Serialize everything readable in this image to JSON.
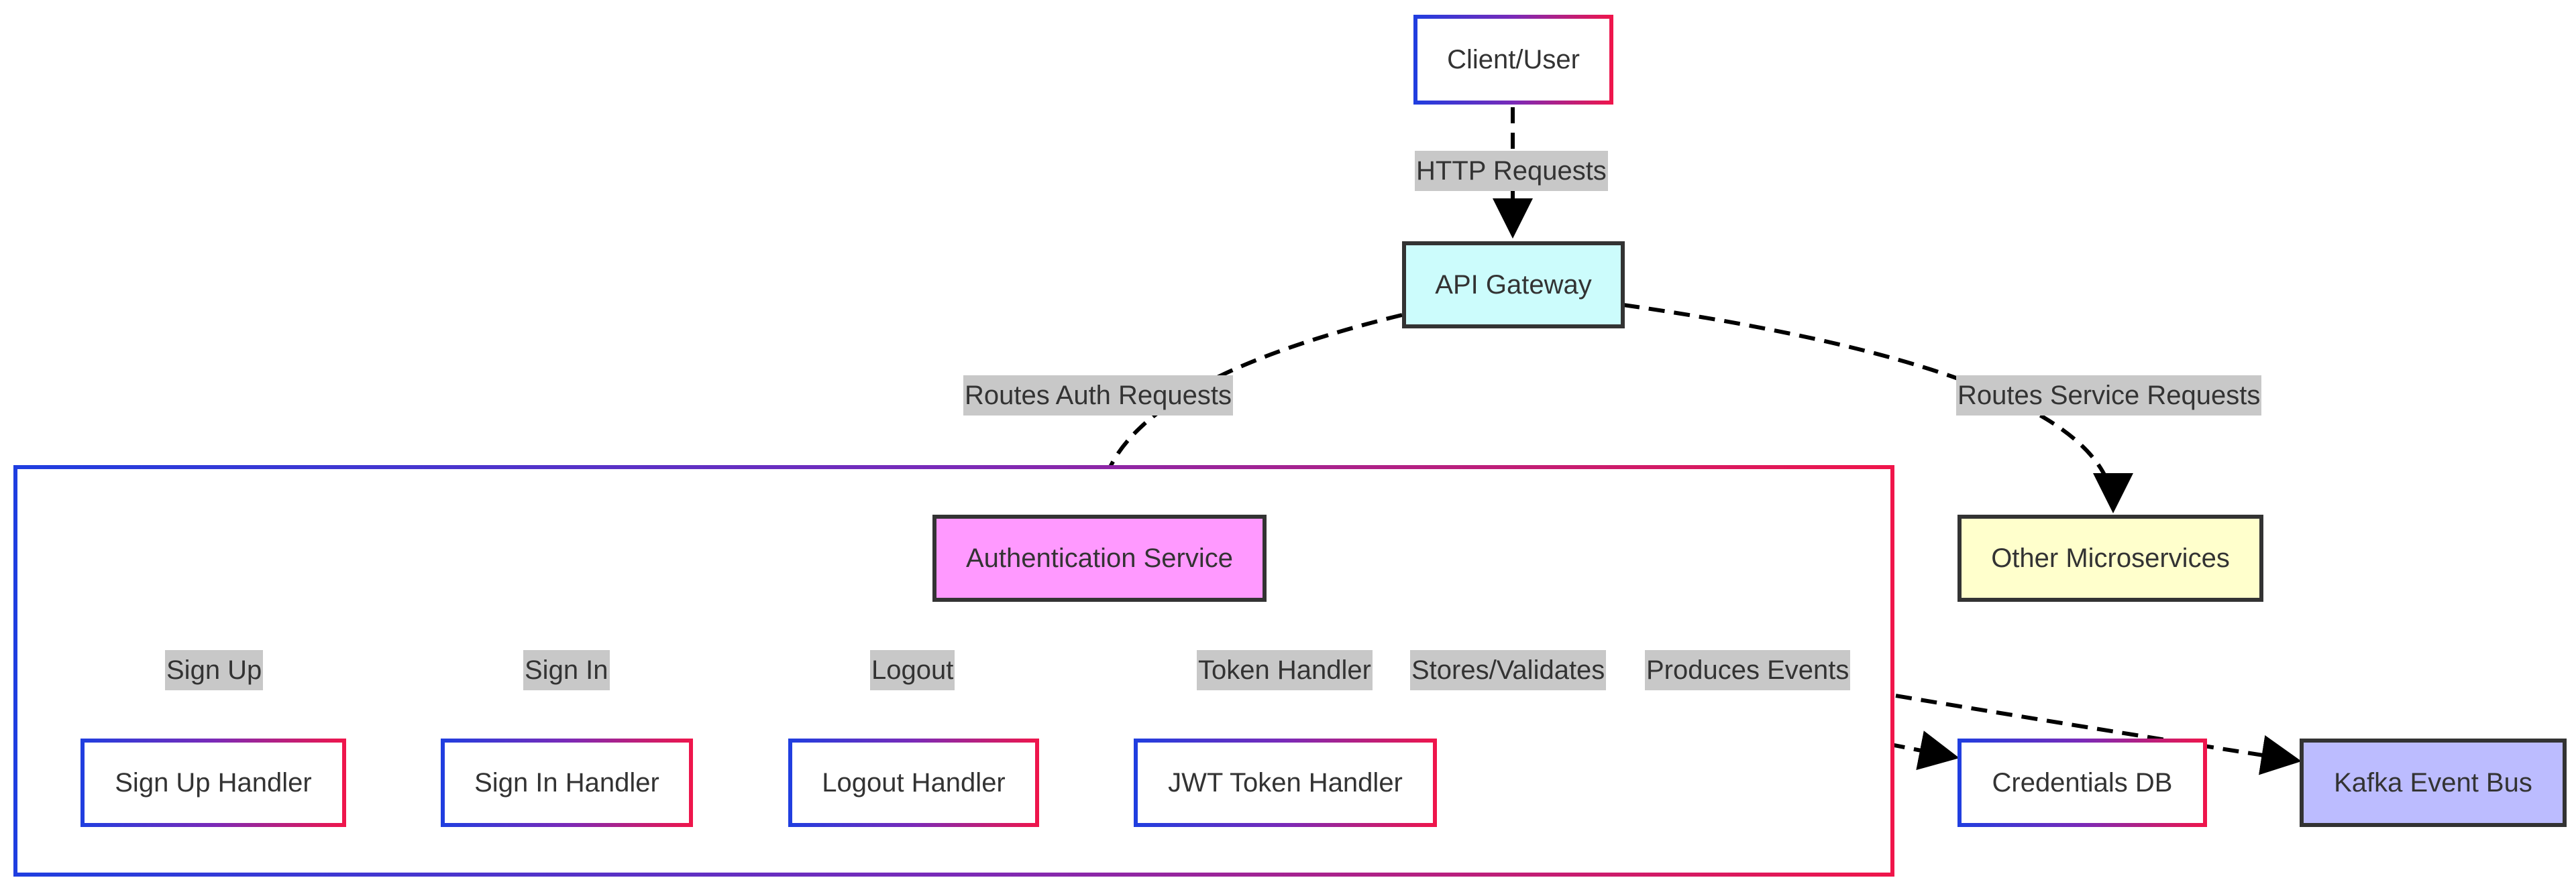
{
  "nodes": {
    "client": "Client/User",
    "api_gateway": "API Gateway",
    "auth_service": "Authentication Service",
    "other_microservices": "Other Microservices",
    "sign_up_handler": "Sign Up Handler",
    "sign_in_handler": "Sign In Handler",
    "logout_handler": "Logout Handler",
    "jwt_token_handler": "JWT Token Handler",
    "credentials_db": "Credentials DB",
    "kafka_event_bus": "Kafka Event Bus"
  },
  "edges": {
    "http_requests": "HTTP Requests",
    "routes_auth": "Routes Auth Requests",
    "routes_service": "Routes Service Requests",
    "sign_up": "Sign Up",
    "sign_in": "Sign In",
    "logout": "Logout",
    "token_handler": "Token Handler",
    "stores_validates": "Stores/Validates",
    "produces_events": "Produces Events"
  },
  "colors": {
    "api_gateway_fill": "#ccfcfc",
    "auth_service_fill": "#ff99ff",
    "other_microservices_fill": "#ffffcc",
    "kafka_event_bus_fill": "#bcbcff",
    "edge_stroke": "#000000",
    "label_bg": "#c8c8c8",
    "gradient_start": "#1f3ee0",
    "gradient_end": "#f0154a"
  }
}
